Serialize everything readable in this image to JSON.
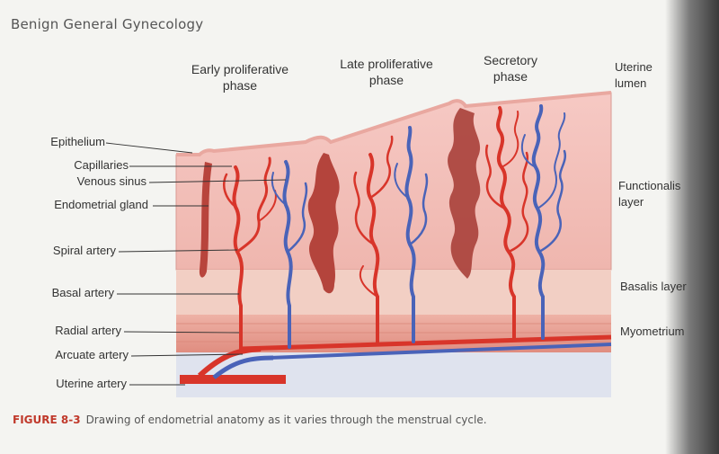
{
  "running_head": "Benign General Gynecology",
  "phases": {
    "early": [
      "Early proliferative",
      "phase"
    ],
    "late": [
      "Late proliferative",
      "phase"
    ],
    "secretory": [
      "Secretory",
      "phase"
    ],
    "lumen": [
      "Uterine",
      "lumen"
    ]
  },
  "left_labels": {
    "epithelium": "Epithelium",
    "capillaries": "Capillaries",
    "venous_sinus": "Venous sinus",
    "endometrial_gland": "Endometrial gland",
    "spiral_artery": "Spiral artery",
    "basal_artery": "Basal artery",
    "radial_artery": "Radial artery",
    "arcuate_artery": "Arcuate artery",
    "uterine_artery": "Uterine artery"
  },
  "right_labels": {
    "functional_layer": [
      "Functionalis",
      "layer"
    ],
    "basalis_layer": "Basalis layer",
    "myometrium": "Myometrium"
  },
  "caption": {
    "figure": "FIGURE 8-3",
    "text": "Drawing of endometrial anatomy as it varies through the menstrual cycle."
  },
  "colors": {
    "artery": "#d8352a",
    "vein": "#4a63b8",
    "functionalis": "#f2c4c0",
    "basalis": "#f0d0c4",
    "myometrium": "#e69a90",
    "gland": "#b8443c"
  }
}
